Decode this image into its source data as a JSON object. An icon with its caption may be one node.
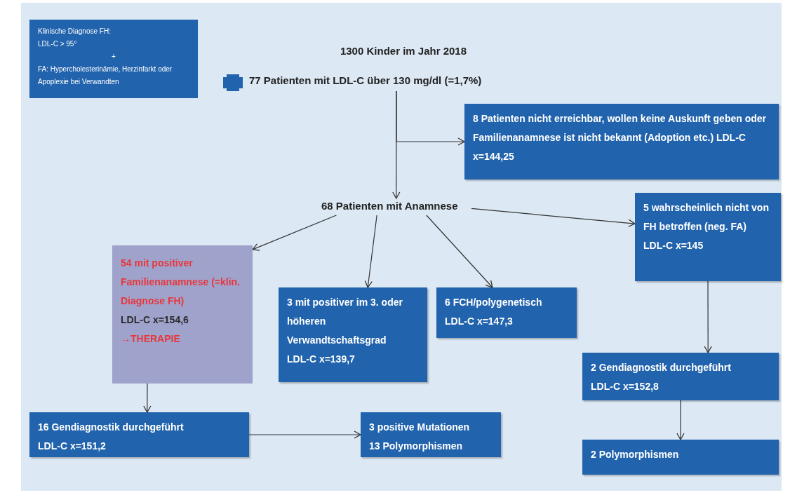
{
  "diagram": {
    "nodes": [
      {
        "text": [
          "Klinische Diagnose FH:",
          "LDL-C > 95°",
          "+",
          "FA: Hypercholesterinämie, Herzinfarkt oder Apoplexie bei Verwandten"
        ]
      },
      {
        "text": [],
        "shape": "cross"
      },
      {
        "text": [
          "77 Patienten mit LDL-C über 130 mg/dl (=1,7%)"
        ]
      },
      {
        "text": [
          "8 Patienten nicht erreichbar, wollen keine Auskunft geben oder Familienanamnese ist nicht bekannt (Adoption etc.)  LDL-C x=144,25"
        ]
      },
      {
        "text": [
          "68 Patienten mit Anamnese"
        ]
      },
      {
        "text": [
          "5 wahrscheinlich nicht von FH betroffen (neg. FA)",
          "LDL-C x=145"
        ]
      },
      {
        "text": [
          "54 mit positiver Familienanamnese (=klin. Diagnose FH)",
          "LDL-C x=154,6",
          "→THERAPIE"
        ]
      },
      {
        "text": [
          "3 mit positiver im 3. oder höheren Verwandtschaftsgrad",
          "LDL-C x=139,7"
        ]
      },
      {
        "text": [
          "6 FCH/polygenetisch",
          "LDL-C x=147,3"
        ]
      },
      {
        "text": [
          "2 Gendiagnostik durchgeführt",
          "LDL-C x=152,8"
        ]
      },
      {
        "text": [
          "16 Gendiagnostik durchgeführt",
          "LDL-C x=151,2"
        ]
      },
      {
        "text": [
          "3 positive Mutationen",
          "13 Polymorphismen"
        ]
      },
      {
        "text": [
          "2 Polymorphismen"
        ]
      }
    ],
    "edges": [
      {
        "from": 2,
        "to": 4,
        "arrow": "to"
      },
      {
        "from": 2,
        "to": 3,
        "arrow": "to"
      },
      {
        "from": 4,
        "to": 6,
        "arrow": "to"
      },
      {
        "from": 4,
        "to": 7,
        "arrow": "to"
      },
      {
        "from": 4,
        "to": 8,
        "arrow": "to"
      },
      {
        "from": 4,
        "to": 5,
        "arrow": "to"
      },
      {
        "from": 5,
        "to": 9,
        "arrow": "to"
      },
      {
        "from": 9,
        "to": 12,
        "arrow": "to"
      },
      {
        "from": 6,
        "to": 10,
        "arrow": "to"
      },
      {
        "from": 10,
        "to": 11,
        "arrow": "to"
      }
    ],
    "labels": [
      "1300 Kinder im Jahr 2018"
    ]
  }
}
